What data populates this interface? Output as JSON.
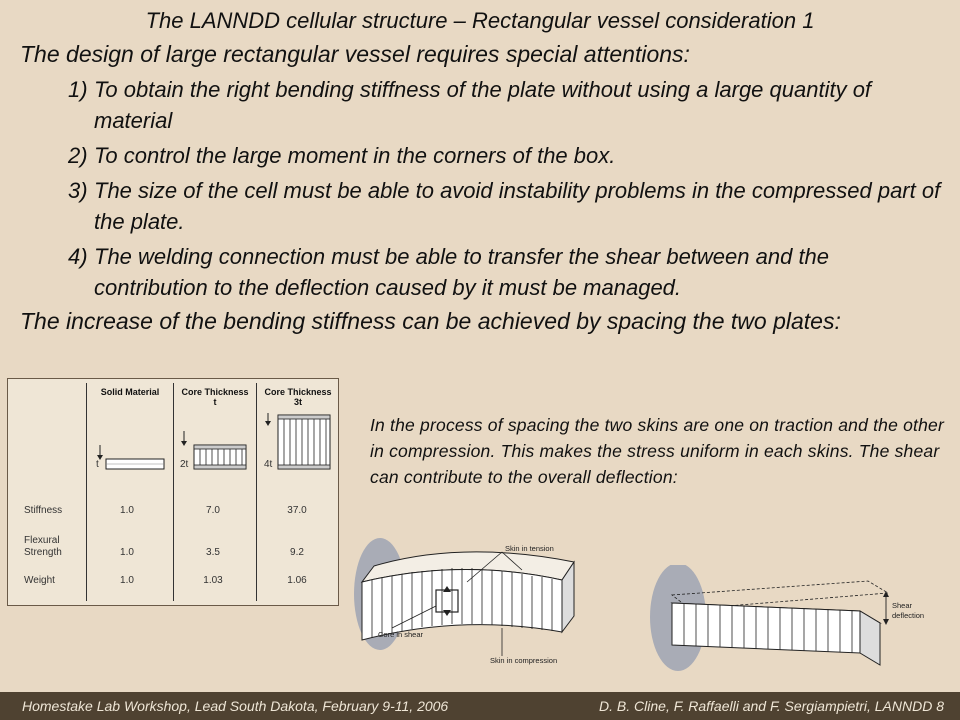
{
  "title": "The LANNDD cellular structure – Rectangular vessel consideration 1",
  "intro": "The design of large rectangular vessel requires special attentions:",
  "points": [
    {
      "num": "1)",
      "text": "To obtain the right bending stiffness of the plate without using a large quantity of material"
    },
    {
      "num": "2)",
      "text": "To control the large moment in the corners of the box."
    },
    {
      "num": "3)",
      "text": "The size of the cell must be able to avoid instability problems in the compressed part of the plate."
    },
    {
      "num": "4)",
      "text": "The welding connection must be able to transfer the shear between and the contribution to the deflection caused by it must be managed."
    }
  ],
  "increase": "The increase of the bending stiffness can be achieved by spacing the two plates:",
  "table": {
    "headers": [
      "Solid Material",
      "Core Thickness",
      "Core Thickness"
    ],
    "header_sub": [
      "",
      "t",
      "3t"
    ],
    "dim_labels": [
      "t",
      "2t",
      "4t"
    ],
    "rows": [
      {
        "label": "Stiffness",
        "values": [
          "1.0",
          "7.0",
          "37.0"
        ]
      },
      {
        "label": "Flexural",
        "label2": "Strength",
        "values": [
          "1.0",
          "3.5",
          "9.2"
        ]
      },
      {
        "label": "Weight",
        "values": [
          "1.0",
          "1.03",
          "1.06"
        ]
      }
    ]
  },
  "explain": "In the process of spacing the two skins are one on traction and the other in compression. This makes the stress uniform in each skins. The shear can contribute to the overall deflection:",
  "diagram_left": {
    "skin_tension": "Skin in tension",
    "core_shear": "Core in shear",
    "skin_compression": "Skin in compression"
  },
  "diagram_right": {
    "shear": "Shear",
    "deflection": "deflection"
  },
  "footer": {
    "left": "Homestake Lab Workshop, Lead South Dakota, February 9-11, 2006",
    "right": "D. B. Cline,  F. Raffaelli and F. Sergiampietri, LANNDD  8"
  },
  "colors": {
    "background": "#e8d9c4",
    "footer_bg": "#4f4231",
    "footer_text": "#efe6d6",
    "blob": "#a9acb6"
  }
}
